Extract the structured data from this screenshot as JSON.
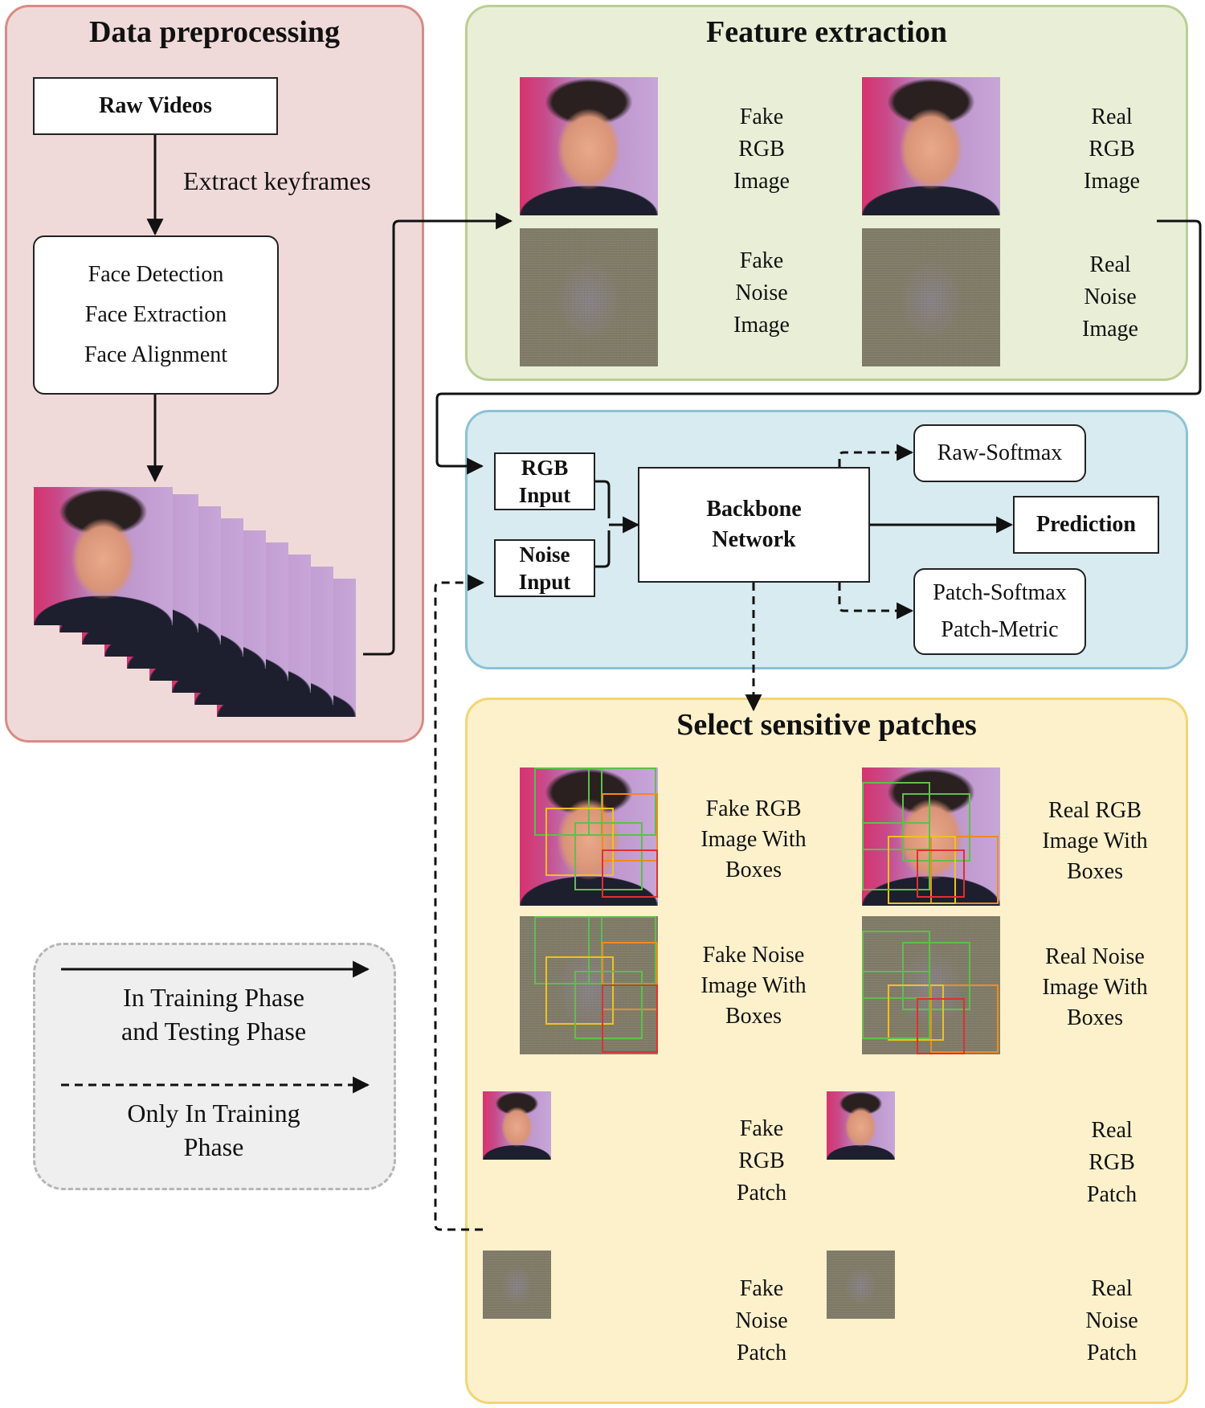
{
  "panels": {
    "preprocessing": {
      "title": "Data preprocessing",
      "raw_videos": "Raw Videos",
      "extract_label": "Extract keyframes",
      "face_steps": [
        "Face Detection",
        "Face Extraction",
        "Face Alignment"
      ]
    },
    "feature": {
      "title": "Feature extraction",
      "fake_rgb": [
        "Fake",
        "RGB",
        "Image"
      ],
      "real_rgb": [
        "Real",
        "RGB",
        "Image"
      ],
      "fake_noise": [
        "Fake",
        "Noise",
        "Image"
      ],
      "real_noise": [
        "Real",
        "Noise",
        "Image"
      ]
    },
    "network": {
      "rgb_input": [
        "RGB",
        "Input"
      ],
      "noise_input": [
        "Noise",
        "Input"
      ],
      "backbone": [
        "Backbone",
        "Network"
      ],
      "raw_softmax": "Raw-Softmax",
      "prediction": "Prediction",
      "patch": [
        "Patch-Softmax",
        "Patch-Metric"
      ]
    },
    "select": {
      "title": "Select sensitive patches",
      "fake_rgb_boxes": [
        "Fake RGB",
        "Image With",
        "Boxes"
      ],
      "real_rgb_boxes": [
        "Real RGB",
        "Image With",
        "Boxes"
      ],
      "fake_noise_boxes": [
        "Fake Noise",
        "Image With",
        "Boxes"
      ],
      "real_noise_boxes": [
        "Real Noise",
        "Image With",
        "Boxes"
      ],
      "fake_rgb_patch": [
        "Fake",
        "RGB",
        "Patch"
      ],
      "real_rgb_patch": [
        "Real",
        "RGB",
        "Patch"
      ],
      "fake_noise_patch": [
        "Fake",
        "Noise",
        "Patch"
      ],
      "real_noise_patch": [
        "Real",
        "Noise",
        "Patch"
      ]
    }
  },
  "legend": {
    "solid": [
      "In Training Phase",
      "and Testing Phase"
    ],
    "dashed": [
      "Only In Training",
      "Phase"
    ]
  },
  "colors": {
    "preprocessing_bg": "#f0dad9",
    "feature_bg": "#e9efd7",
    "network_bg": "#d8ebf0",
    "select_bg": "#fdf1cc",
    "legend_bg": "#efefef"
  }
}
